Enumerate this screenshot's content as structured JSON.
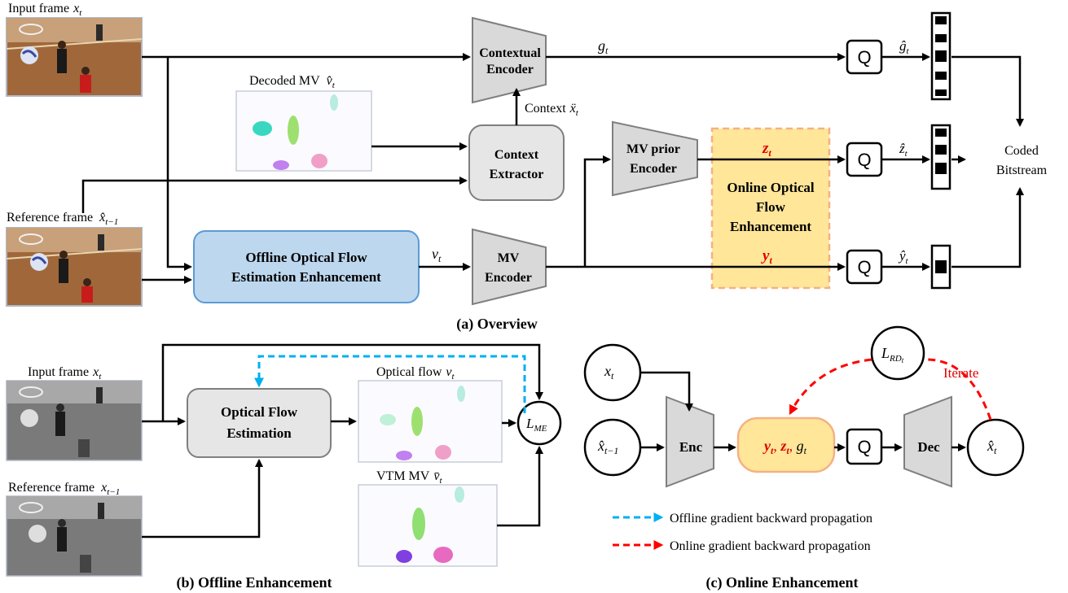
{
  "colors": {
    "encoder_fill": "#d9d9d9",
    "offline_box": "#bdd7ee",
    "offline_border": "#5b9bd5",
    "online_box": "#ffe699",
    "online_border": "#f4b183",
    "offline_arrow": "#00b0f0",
    "online_arrow": "#ff0000"
  },
  "overview": {
    "input_frame": "Input frame",
    "input_sym": "x",
    "input_sub": "t",
    "ref_frame": "Reference frame",
    "ref_sym": "x̂",
    "ref_sub": "t−1",
    "decoded_mv": "Decoded MV",
    "decoded_sym": "v̂",
    "decoded_sub": "t",
    "contextual_encoder_l1": "Contextual",
    "contextual_encoder_l2": "Encoder",
    "context_label": "Context",
    "context_sym": "ẍ",
    "context_sub": "t",
    "context_extractor_l1": "Context",
    "context_extractor_l2": "Extractor",
    "offline_l1": "Offline Optical Flow",
    "offline_l2": "Estimation Enhancement",
    "v_sym": "v",
    "v_sub": "t",
    "mv_encoder_l1": "MV",
    "mv_encoder_l2": "Encoder",
    "mv_prior_l1": "MV prior",
    "mv_prior_l2": "Encoder",
    "online_l1": "Online Optical",
    "online_l2": "Flow",
    "online_l3": "Enhancement",
    "g_sym": "g",
    "g_sub": "t",
    "z_sym": "z",
    "z_sub": "t",
    "y_sym": "y",
    "y_sub": "t",
    "q": "Q",
    "ghat_sym": "ĝ",
    "zhat_sym": "ẑ",
    "yhat_sym": "ŷ",
    "hat_sub": "t",
    "coded_l1": "Coded",
    "coded_l2": "Bitstream",
    "caption": "(a) Overview"
  },
  "offline": {
    "input_frame": "Input frame",
    "input_sym": "x",
    "input_sub": "t",
    "ref_frame": "Reference frame",
    "ref_sym": "x",
    "ref_sub": "t−1",
    "ofe_l1": "Optical Flow",
    "ofe_l2": "Estimation",
    "optical_flow": "Optical flow",
    "of_sym": "v",
    "of_sub": "t",
    "vtm_mv": "VTM MV",
    "vtm_sym": "v̄",
    "vtm_sub": "t",
    "lme_sym": "L",
    "lme_sub": "ME",
    "caption": "(b) Offline Enhancement"
  },
  "online": {
    "xt_sym": "x",
    "xt_sub": "t",
    "xprev_sym": "x̂",
    "xprev_sub": "t−1",
    "enc": "Enc",
    "latents_y": "y",
    "latents_z": "z",
    "latents_g": "g",
    "latents_sub": "t",
    "q": "Q",
    "dec": "Dec",
    "xhat_sym": "x̂",
    "xhat_sub": "t",
    "lrd_sym": "L",
    "lrd_sub": "RD",
    "lrd_subsub": "t",
    "iterate": "Iterate",
    "legend_offline": "Offline gradient backward propagation",
    "legend_online": "Online gradient backward propagation",
    "caption": "(c) Online Enhancement"
  }
}
